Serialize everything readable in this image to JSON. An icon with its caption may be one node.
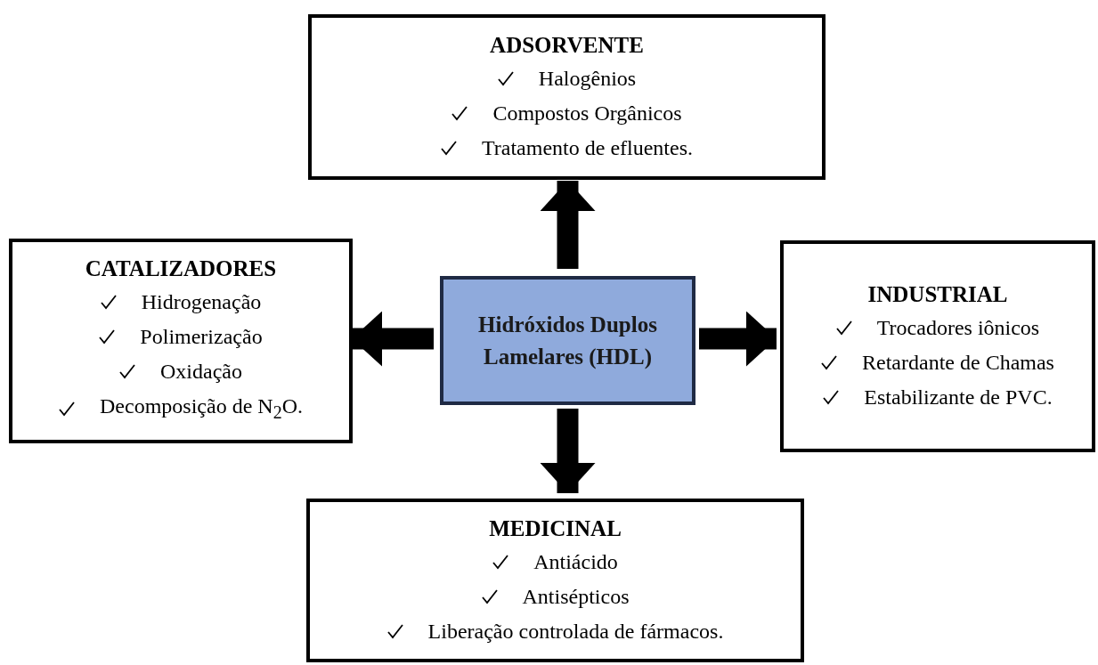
{
  "diagram": {
    "nodes": [
      {
        "text": [
          "Hidróxidos Duplos Lamelares (HDL)"
        ]
      },
      {
        "text": [
          "ADSORVENTE",
          "Halogênios",
          "Compostos Orgânicos",
          "Tratamento de efluentes."
        ]
      },
      {
        "text": [
          "CATALIZADORES",
          "Hidrogenação",
          "Polimerização",
          "Oxidação",
          "Decomposição de N$_{2}$O."
        ]
      },
      {
        "text": [
          "INDUSTRIAL",
          "Trocadores iônicos",
          "Retardante de Chamas",
          "Estabilizante de PVC."
        ]
      },
      {
        "text": [
          "MEDICINAL",
          "Antiácido",
          "Antisépticos",
          "Liberação controlada de fármacos."
        ]
      }
    ],
    "edges": [
      {
        "from": 0,
        "to": 1,
        "arrow": "to"
      },
      {
        "from": 0,
        "to": 2,
        "arrow": "to"
      },
      {
        "from": 0,
        "to": 3,
        "arrow": "to"
      },
      {
        "from": 0,
        "to": 4,
        "arrow": "to"
      }
    ]
  }
}
